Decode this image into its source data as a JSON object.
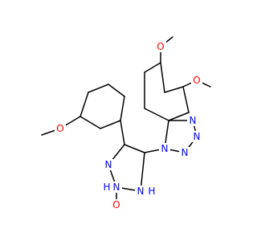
{
  "structure": {
    "colors": {
      "carbon": "#000000",
      "oxygen": "#ff0000",
      "nitrogen": "#0000ff",
      "background": "#ffffff"
    },
    "labels": {
      "o_top": "O",
      "o_right": "O",
      "o_left": "O",
      "o_carbonyl": "O",
      "n1": "N",
      "n2": "N",
      "n3": "N",
      "n4": "N",
      "n_pyridazine_1": "N",
      "n_pyridazine_2": "N",
      "h_pyridazine": "H",
      "nh": "N",
      "nh_h": "H"
    }
  }
}
